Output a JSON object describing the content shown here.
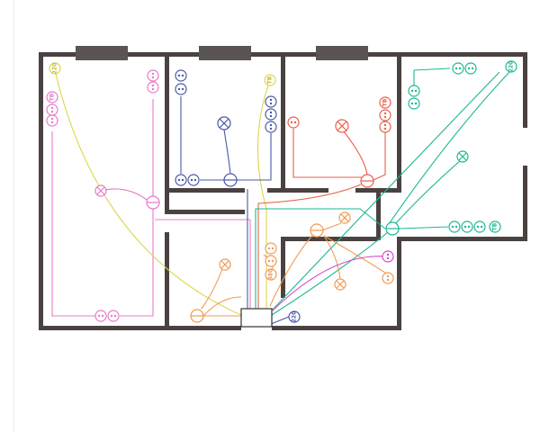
{
  "plan": {
    "colors": {
      "wall": "#4a4240",
      "pink": "#e77ac8",
      "yellow": "#dcd64a",
      "blue": "#4a5aa8",
      "red": "#e8604c",
      "green": "#1bb894",
      "orange": "#f29a52",
      "purple": "#d44ac8",
      "box_stroke": "#333333"
    },
    "labels": {
      "outlet_220_left": "220",
      "outlet_tv_left": "TB",
      "outlet_tv_blue_room": "TB",
      "outlet_tv_red_room": "TB",
      "outlet_220_right": "220",
      "outlet_tv_hall": "TB",
      "outlet_stove": "380",
      "outlet_220_panel": "220"
    },
    "icons": {
      "outlet": "double-dot-circle",
      "lamp": "crossed-circle",
      "switch": "circle-with-bar",
      "junction_box": "rectangle"
    }
  }
}
